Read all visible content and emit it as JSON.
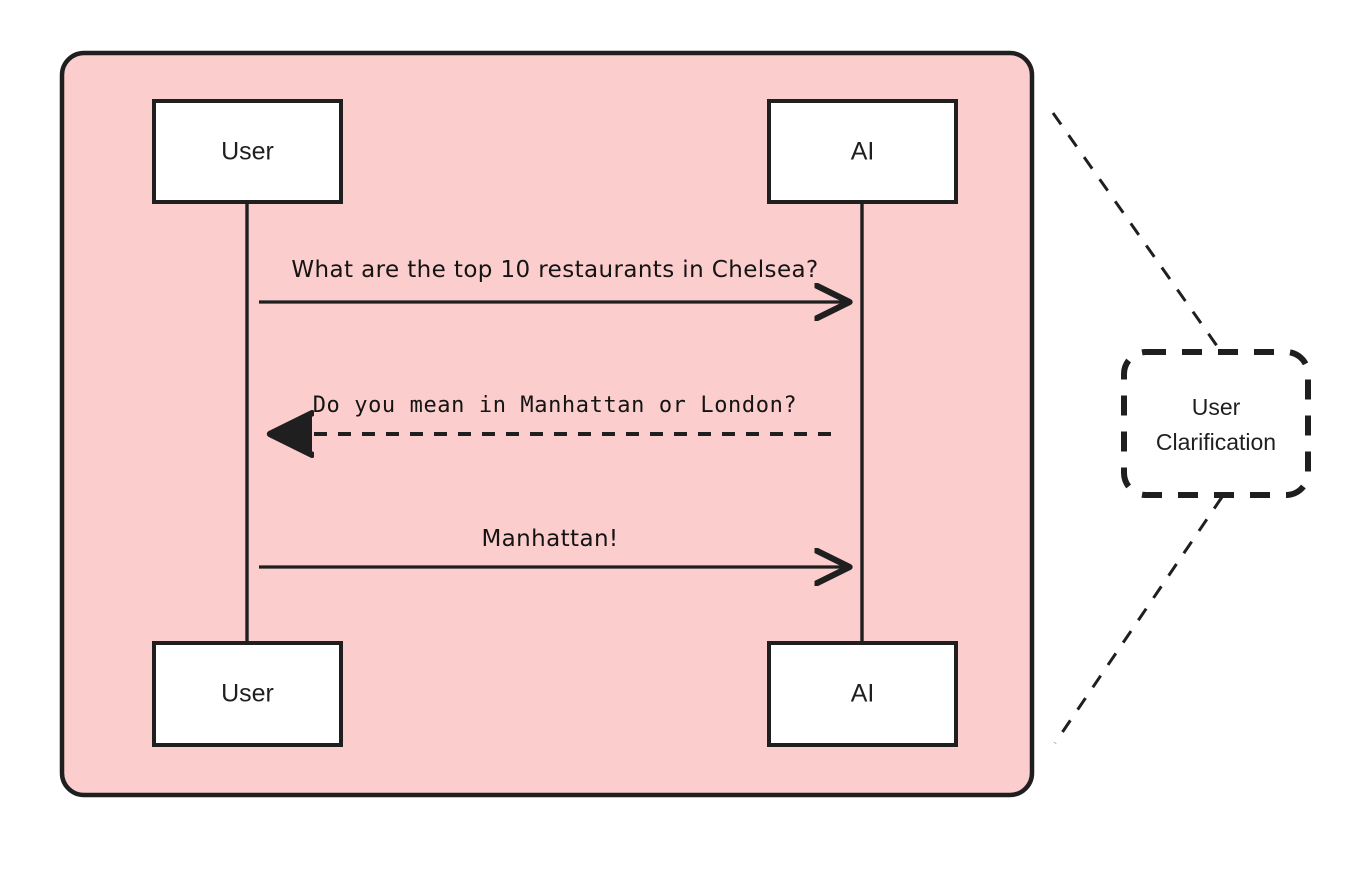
{
  "diagram": {
    "type": "sequence-diagram",
    "colors": {
      "container_fill": "#fbcdcd",
      "container_stroke": "#1f1f1f",
      "actor_fill": "#ffffff",
      "actor_stroke": "#1f1f1f",
      "line": "#1f1f1f",
      "text": "#1f1f1f",
      "page_background": "#ffffff"
    },
    "actors": [
      {
        "id": "user-top",
        "label": "User",
        "position": "top-left"
      },
      {
        "id": "ai-top",
        "label": "AI",
        "position": "top-right"
      },
      {
        "id": "user-bottom",
        "label": "User",
        "position": "bottom-left"
      },
      {
        "id": "ai-bottom",
        "label": "AI",
        "position": "bottom-right"
      }
    ],
    "messages": [
      {
        "index": 1,
        "label": "What are the top 10 restaurants in Chelsea?",
        "from": "User",
        "to": "AI",
        "direction": "right",
        "style": "solid"
      },
      {
        "index": 2,
        "label": "Do you mean in Manhattan or London?",
        "from": "AI",
        "to": "User",
        "direction": "left",
        "style": "dashed"
      },
      {
        "index": 3,
        "label": "Manhattan!",
        "from": "User",
        "to": "AI",
        "direction": "right",
        "style": "solid"
      }
    ],
    "callout": {
      "id": "user-clarification-note",
      "line1": "User",
      "line2": "Clarification",
      "border_style": "dashed",
      "shape": "rounded-rectangle"
    }
  }
}
